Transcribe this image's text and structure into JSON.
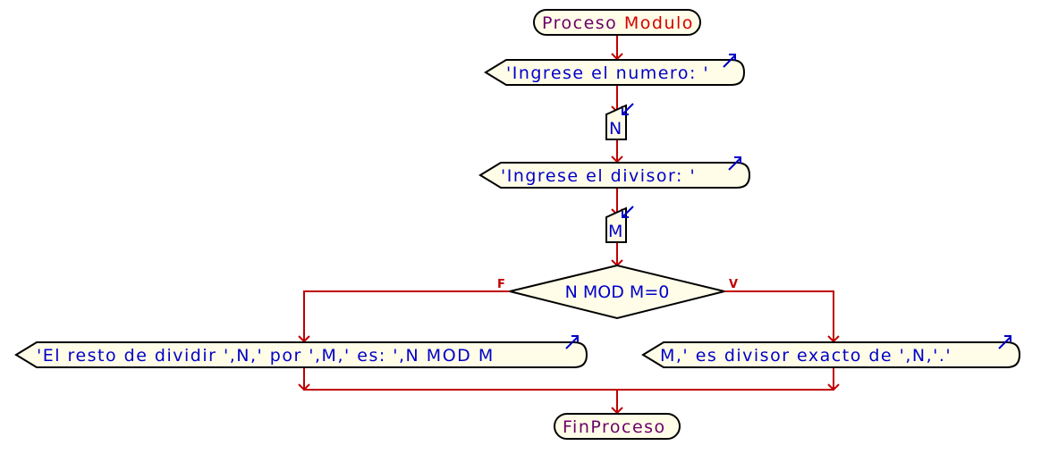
{
  "diagram": {
    "start": {
      "keyword": "Proceso",
      "name": "Modulo"
    },
    "steps": [
      {
        "type": "output",
        "text": "'Ingrese el numero: '"
      },
      {
        "type": "input",
        "text": "N"
      },
      {
        "type": "output",
        "text": "'Ingrese el divisor: '"
      },
      {
        "type": "input",
        "text": "M"
      }
    ],
    "decision": {
      "condition": "N MOD M=0",
      "false_label": "F",
      "true_label": "V",
      "false_branch": {
        "type": "output",
        "text": "'El resto de dividir ',N,' por ',M,' es: ',N MOD M"
      },
      "true_branch": {
        "type": "output",
        "text": "M,' es divisor exacto de ',N,'.'"
      }
    },
    "end": {
      "keyword": "FinProceso"
    }
  },
  "colors": {
    "flow": "#c00000",
    "text_blue": "#0000c8",
    "keyword": "#6a006a",
    "name": "#d40000",
    "shape_fill": "#fffde8"
  }
}
